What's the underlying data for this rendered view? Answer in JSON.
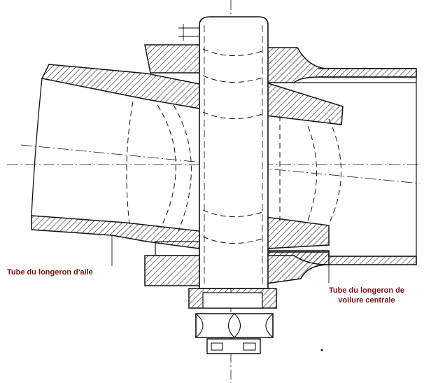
{
  "labels": {
    "wing_spar_tube": "Tube du longeron d'aile",
    "central_spar_tube_line1": "Tube du longeron de",
    "central_spar_tube_line2": "voilure centrale"
  },
  "colors": {
    "ink": "#111111",
    "label_text": "#7a1212",
    "paper": "#ffffff"
  }
}
